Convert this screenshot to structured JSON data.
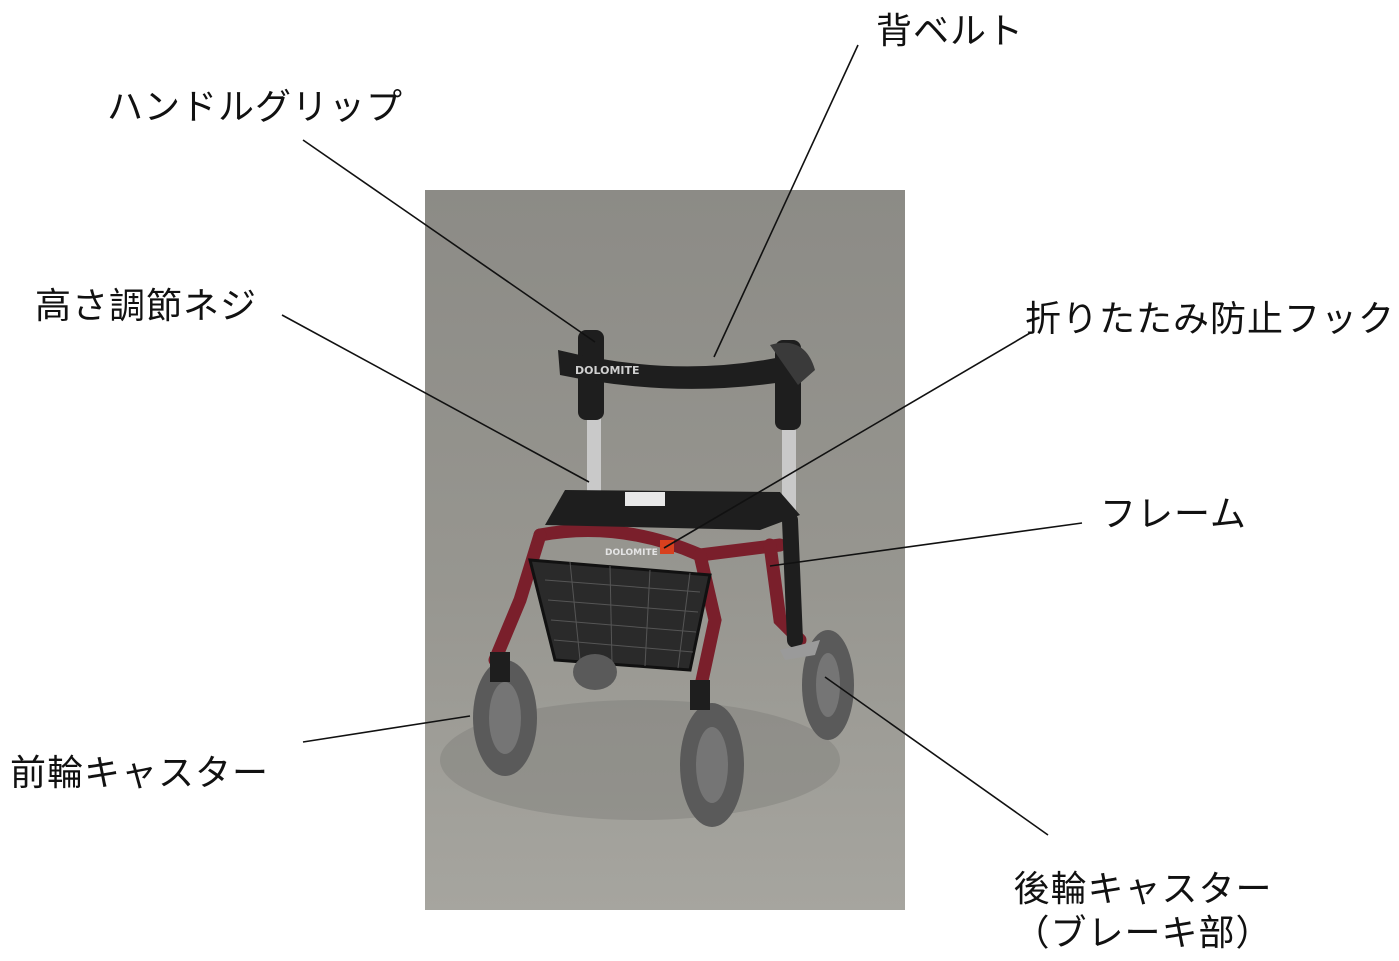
{
  "labels": {
    "back_belt": "背ベルト",
    "handle_grip": "ハンドルグリップ",
    "height_screw": "高さ調節ネジ",
    "fold_hook": "折りたたみ防止フック",
    "frame": "フレーム",
    "front_caster": "前輪キャスター",
    "rear_caster_line1": "後輪キャスター",
    "rear_caster_line2": "（ブレーキ部）"
  },
  "brand": {
    "belt_text": "DOLOMITE",
    "frame_text": "DOLOMITE"
  },
  "colors": {
    "frame": "#7a1f2b",
    "background": "#8f8e89",
    "black_parts": "#1e1e1e",
    "tire": "#5a5a5a",
    "hook": "#d8401e"
  }
}
